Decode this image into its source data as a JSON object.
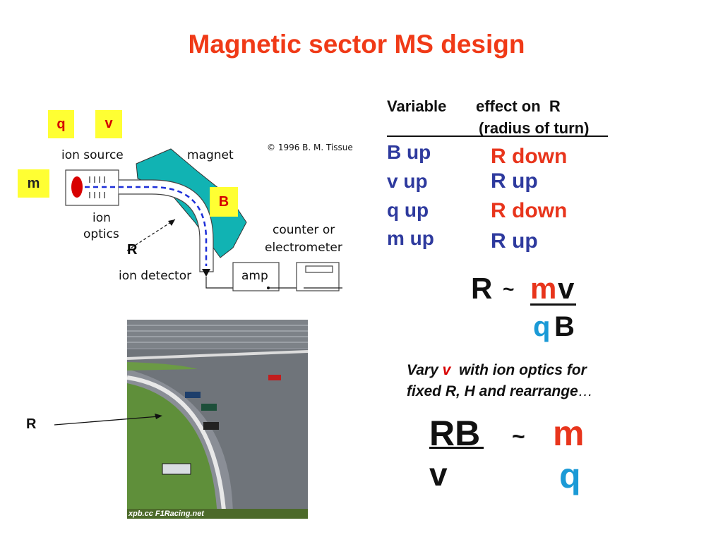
{
  "title": "Magnetic sector MS design",
  "diagram": {
    "labels": {
      "q": "q",
      "v": "v",
      "m": "m",
      "B": "B",
      "R": "R",
      "ion_source": "ion source",
      "magnet": "magnet",
      "copyright": "© 1996 B. M. Tissue",
      "ion": "ion",
      "optics": "optics",
      "counter_or": "counter or",
      "electrometer": "electrometer",
      "ion_detector": "ion detector",
      "amp": "amp"
    },
    "colors": {
      "magnet": "#11b3b3",
      "highlight": "#ffff33",
      "beam": "#1d2fd8",
      "source_dot": "#d80000"
    }
  },
  "table": {
    "header_variable": "Variable",
    "header_effect": "effect on  R",
    "header_sub": "(radius of turn)",
    "rows": [
      {
        "variable": "B up",
        "effect": "R down",
        "effect_color": "#e8351c"
      },
      {
        "variable": "v up",
        "effect": "R up",
        "effect_color": "#2e3a9e"
      },
      {
        "variable": "q up",
        "effect": "R down",
        "effect_color": "#e8351c"
      },
      {
        "variable": "m up",
        "effect": "R up",
        "effect_color": "#2e3a9e"
      }
    ]
  },
  "formula1": {
    "lhs": "R",
    "tilde": "~",
    "num_m": "m",
    "num_v": "v",
    "den_q": "q",
    "den_B": "B"
  },
  "note": {
    "vary": "Vary ",
    "v": "v",
    "rest1": "  with ion optics for",
    "line2": "fixed R, H and rearrange",
    "ellipsis": "…"
  },
  "formula2": {
    "num": "RB",
    "den": "v",
    "tilde": "~",
    "rhs_num": "m",
    "rhs_den": "q"
  },
  "photo": {
    "r_label": "R",
    "watermark": "xpb.cc F1Racing.net"
  }
}
